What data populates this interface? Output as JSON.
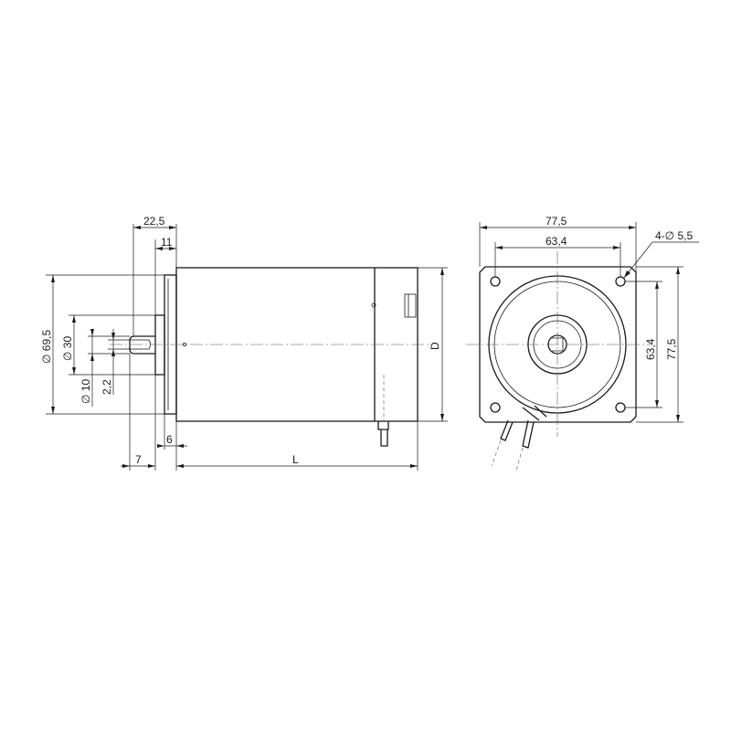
{
  "side_view": {
    "dim_overall_length": "L",
    "dim_flange_to_front": "22,5",
    "dim_flange_thickness": "11",
    "dim_shaft_offset": "6",
    "dim_shaft_flat": "7",
    "dim_body_diameter": "D",
    "dim_pilot_diameter": "69,5",
    "dim_boss_diameter": "30",
    "dim_shaft_diameter": "10",
    "dim_key_height": "2,2"
  },
  "front_view": {
    "dim_flange_width_top": "77,5",
    "dim_hole_spacing_top": "63,4",
    "dim_hole_spacing_side": "63,4",
    "dim_flange_width_side": "77,5",
    "dim_mounting_holes": "4-",
    "dim_hole_diameter": "5,5"
  },
  "symbols": {
    "diameter": "∅"
  },
  "colors": {
    "line": "#1a1a1a",
    "background": "#ffffff"
  }
}
